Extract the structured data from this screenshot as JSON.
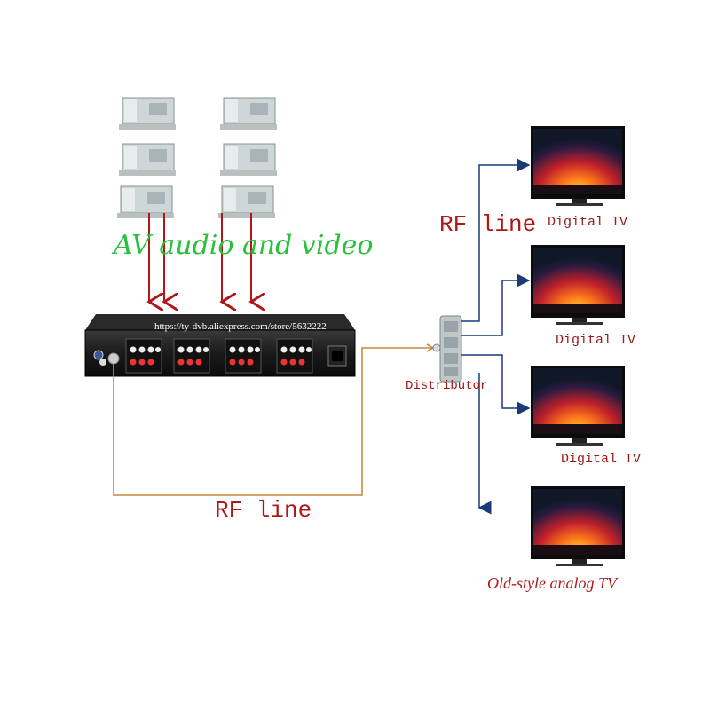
{
  "labels": {
    "av": "AV audio and video",
    "rf_top": "RF line",
    "rf_bottom": "RF line",
    "distributor": "Distributor",
    "url": "https://ty-dvb.aliexpress.com/store/5632222"
  },
  "tvs": [
    {
      "caption": "Digital TV"
    },
    {
      "caption": "Digital TV"
    },
    {
      "caption": "Digital TV"
    },
    {
      "caption": "Old-style analog TV"
    }
  ],
  "colors": {
    "av_text": "#27c23a",
    "red_text": "#b01818",
    "arrow_red": "#b01818",
    "arrow_blue": "#1a3a7a",
    "rf_cable": "#c98a3a",
    "device_body": "#1c1c1c"
  }
}
